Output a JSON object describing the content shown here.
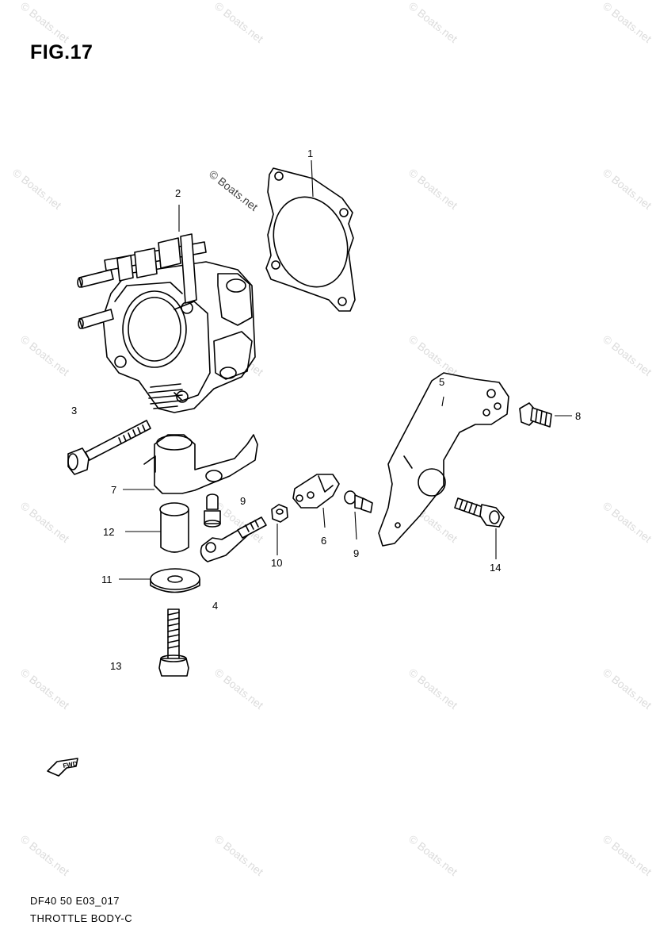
{
  "figure": {
    "title": "FIG.17",
    "code": "DF40 50 E03_017",
    "caption": "THROTTLE BODY-C"
  },
  "watermark": {
    "text": "© Boats.net"
  },
  "callouts": [
    {
      "id": "1",
      "label": "1"
    },
    {
      "id": "2",
      "label": "2"
    },
    {
      "id": "3",
      "label": "3"
    },
    {
      "id": "4",
      "label": "4"
    },
    {
      "id": "5",
      "label": "5"
    },
    {
      "id": "6",
      "label": "6"
    },
    {
      "id": "7",
      "label": "7"
    },
    {
      "id": "8",
      "label": "8"
    },
    {
      "id": "9a",
      "label": "9"
    },
    {
      "id": "9b",
      "label": "9"
    },
    {
      "id": "10",
      "label": "10"
    },
    {
      "id": "11",
      "label": "11"
    },
    {
      "id": "12",
      "label": "12"
    },
    {
      "id": "13",
      "label": "13"
    },
    {
      "id": "14",
      "label": "14"
    }
  ],
  "icons": {
    "fwd": "forward-arrow-icon"
  },
  "colors": {
    "line": "#000000",
    "watermark": "#dcdcdc"
  }
}
